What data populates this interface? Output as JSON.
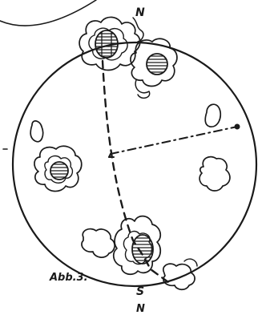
{
  "figure": {
    "caption": "Abb.3.",
    "pole_top": "N",
    "pole_bottom_s": "S",
    "pole_bottom_n": "N"
  }
}
